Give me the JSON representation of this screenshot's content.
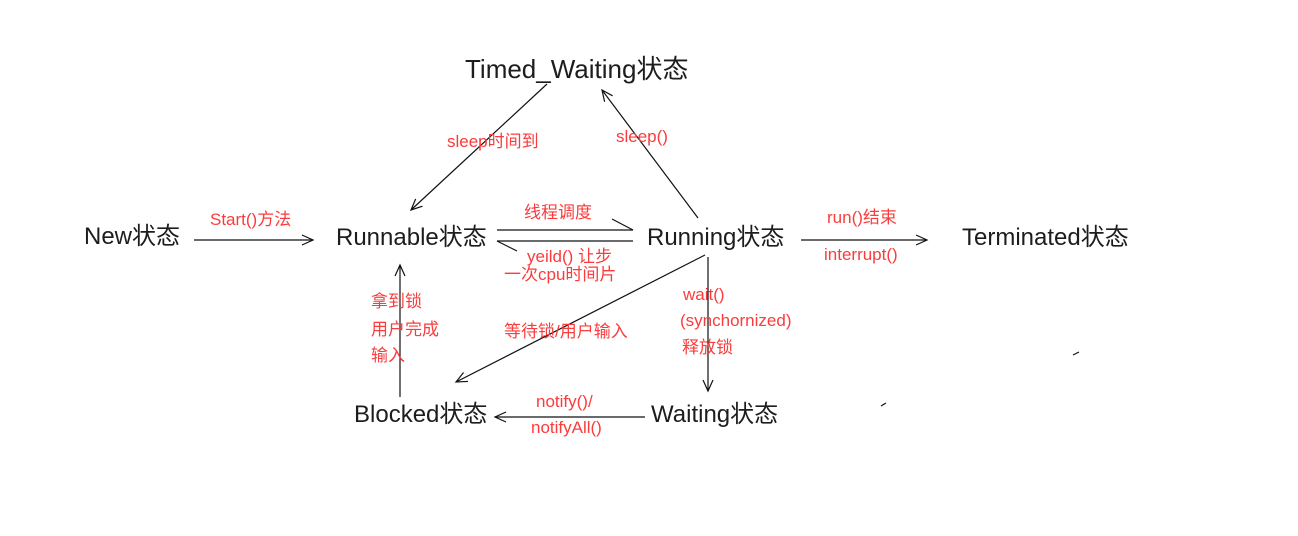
{
  "colors": {
    "background": "#ffffff",
    "state_text": "#1d1d1d",
    "transition_text": "#fa3c3c",
    "line": "#111111"
  },
  "states": {
    "timed_waiting": "Timed_Waiting状态",
    "new": "New状态",
    "runnable": "Runnable状态",
    "running": "Running状态",
    "terminated": "Terminated状态",
    "blocked": "Blocked状态",
    "waiting": "Waiting状态"
  },
  "labels": {
    "start_method": "Start()方法",
    "sleep_time_up": "sleep时间到",
    "sleep_call": "sleep()",
    "thread_schedule": "线程调度",
    "yield_line1": "yeild() 让步",
    "yield_line2": "一次cpu时间片",
    "run_end": "run()结束",
    "interrupt": "interrupt()",
    "acquire_lock_line1": "拿到锁",
    "acquire_lock_line2": "用户完成",
    "acquire_lock_line3": "输入",
    "wait_lock_or_input": "等待锁/用户输入",
    "wait_line1": "wait()",
    "wait_line2": "(synchornized)",
    "wait_line3": "释放锁",
    "notify_line1": "notify()/",
    "notify_line2": "notifyAll()"
  }
}
